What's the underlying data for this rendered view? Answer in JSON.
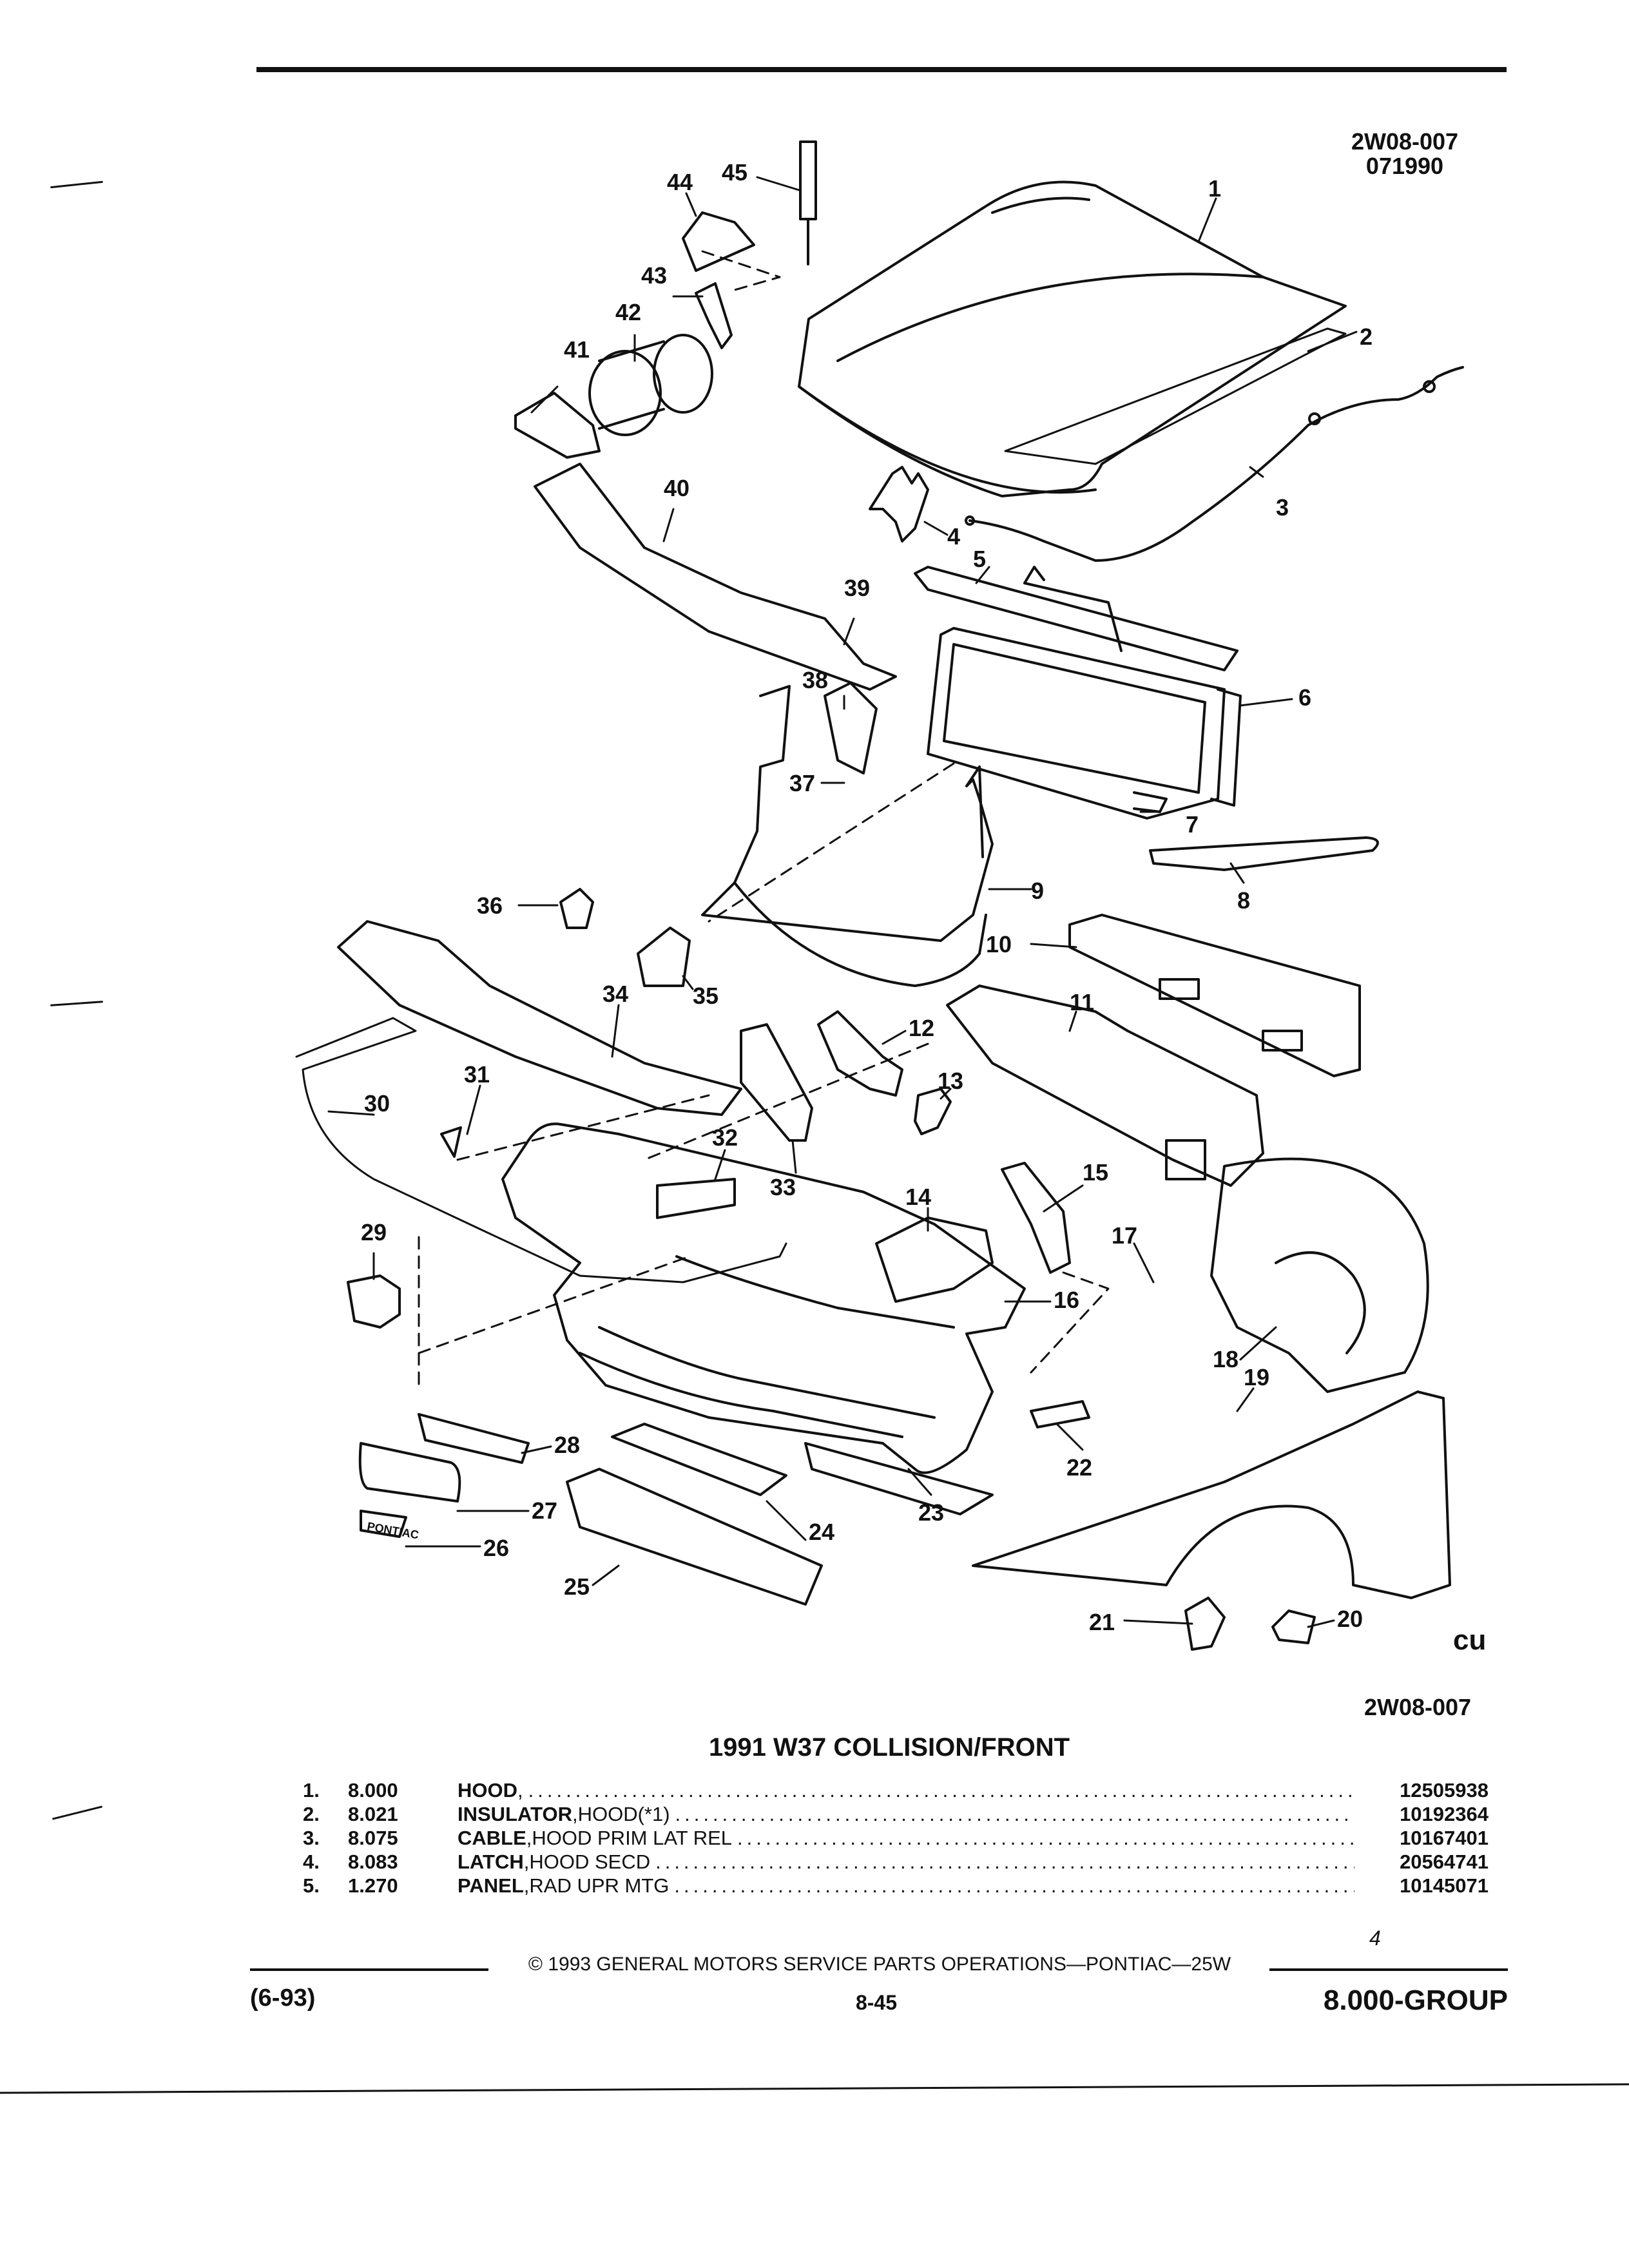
{
  "header": {
    "drawing_code_1": "2W08-007",
    "drawing_code_2": "071990"
  },
  "diagram": {
    "callouts": [
      "1",
      "2",
      "3",
      "4",
      "5",
      "6",
      "7",
      "8",
      "9",
      "10",
      "11",
      "12",
      "13",
      "14",
      "15",
      "16",
      "17",
      "18",
      "19",
      "20",
      "21",
      "22",
      "23",
      "24",
      "25",
      "26",
      "27",
      "28",
      "29",
      "30",
      "31",
      "32",
      "33",
      "34",
      "35",
      "36",
      "37",
      "38",
      "39",
      "40",
      "41",
      "42",
      "43",
      "44",
      "45"
    ],
    "bottom_code": "2W08-007",
    "emblem_text": "PONTIAC",
    "logo_text": "cu"
  },
  "section": {
    "title": "1991 W37 COLLISION/FRONT"
  },
  "parts_list": [
    {
      "num": "1.",
      "code": "8.000",
      "name": "HOOD",
      "desc": " ,",
      "part": "12505938"
    },
    {
      "num": "2.",
      "code": "8.021",
      "name": "INSULATOR",
      "desc": " ,HOOD(*1)",
      "part": "10192364"
    },
    {
      "num": "3.",
      "code": "8.075",
      "name": "CABLE",
      "desc": " ,HOOD PRIM LAT REL",
      "part": "10167401"
    },
    {
      "num": "4.",
      "code": "8.083",
      "name": "LATCH",
      "desc": " ,HOOD SECD",
      "part": "20564741"
    },
    {
      "num": "5.",
      "code": "1.270",
      "name": "PANEL",
      "desc": " ,RAD UPR MTG",
      "part": "10145071"
    }
  ],
  "page_mark": "4",
  "footer": {
    "copyright": "© 1993 GENERAL MOTORS SERVICE PARTS OPERATIONS—PONTIAC—25W",
    "date": "(6-93)",
    "page": "8-45",
    "group": "8.000-GROUP"
  }
}
